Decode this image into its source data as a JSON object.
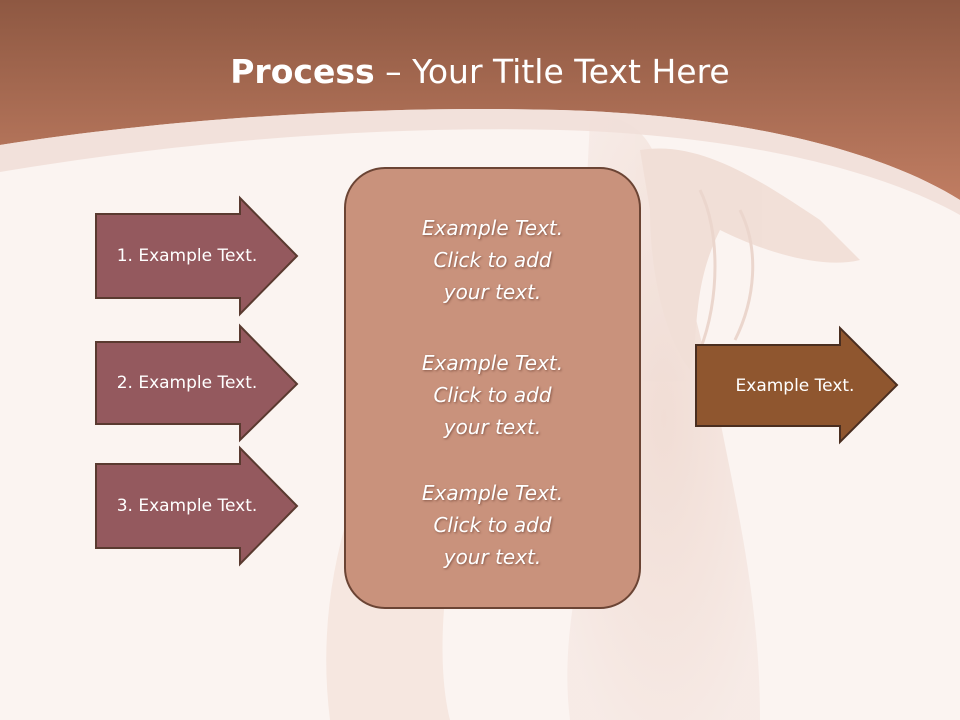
{
  "slide": {
    "title_bold": "Process",
    "title_rest": " – Your Title Text Here"
  },
  "left_arrows": [
    {
      "label": "1. Example Text."
    },
    {
      "label": "2. Example Text."
    },
    {
      "label": "3. Example Text."
    }
  ],
  "center_box": {
    "blocks": [
      {
        "line1": "Example Text.",
        "line2": "Click  to add",
        "line3": "your text."
      },
      {
        "line1": "Example Text.",
        "line2": "Click  to add",
        "line3": "your text."
      },
      {
        "line1": "Example Text.",
        "line2": "Click  to add",
        "line3": "your text."
      }
    ]
  },
  "right_arrow": {
    "label": "Example Text."
  },
  "colors": {
    "header": "#b27357",
    "left_arrow_fill": "#94595e",
    "center_box_fill": "#c9927c",
    "right_arrow_fill": "#8f562f",
    "outline": "#5a3a30"
  }
}
